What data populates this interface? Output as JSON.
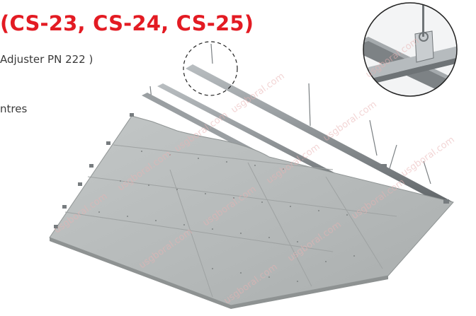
{
  "header": {
    "title": "(CS-23, CS-24, CS-25)",
    "line1": "Adjuster PN 222 )",
    "line2": "ntres"
  },
  "watermark": {
    "text": "usgboral.com"
  },
  "colors": {
    "title": "#e31b23",
    "board": "#b9bdbd",
    "steel": "#8e9396"
  }
}
